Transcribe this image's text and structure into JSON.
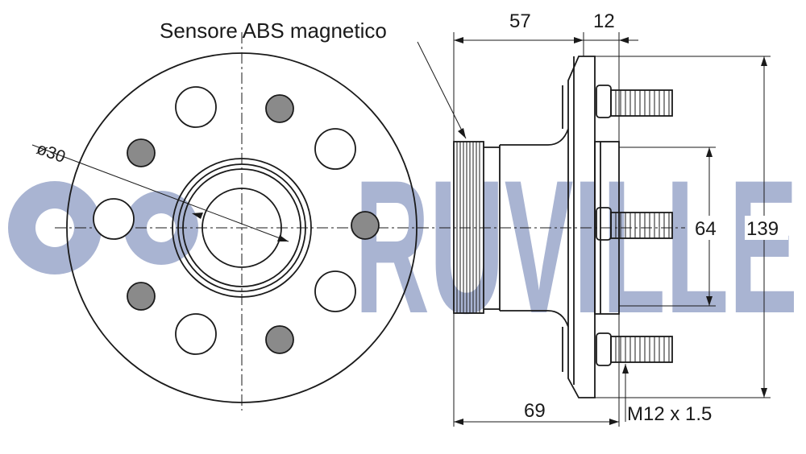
{
  "watermark": {
    "text": "RUVILLE",
    "color": "#a9b4d2"
  },
  "labels": {
    "abs_sensor": "Sensore ABS magnetico",
    "bore_diameter": "ø30",
    "thread": "M12 x 1.5"
  },
  "dimensions": {
    "hub_depth": "57",
    "flange_thickness": "12",
    "pilot_diameter": "64",
    "flange_diameter": "139",
    "overall_length": "69"
  },
  "colors": {
    "line": "#1a1a1a",
    "hole_fill_dark": "#8a8a8a",
    "background": "#ffffff"
  }
}
